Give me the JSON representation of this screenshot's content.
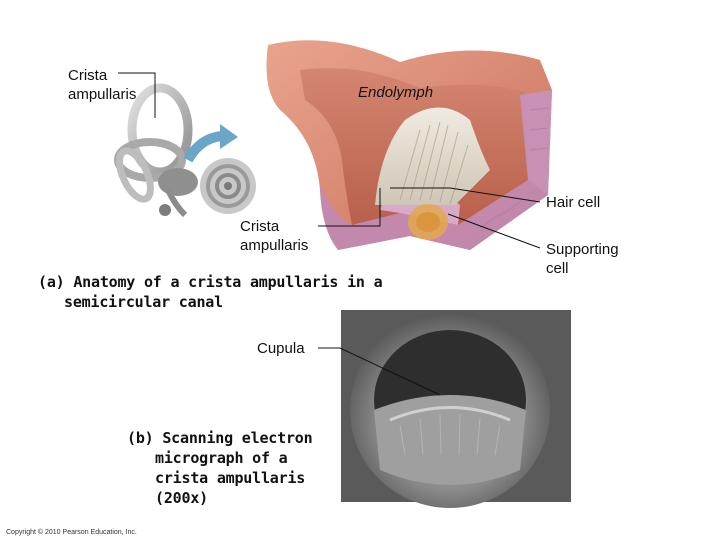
{
  "labels": {
    "crista_top_1": "Crista",
    "crista_top_2": "ampullaris",
    "endolymph": "Endolymph",
    "hair_cell": "Hair cell",
    "crista_mid_1": "Crista",
    "crista_mid_2": "ampullaris",
    "supporting_1": "Supporting",
    "supporting_2": "cell",
    "cupula": "Cupula"
  },
  "captions": {
    "a_line1": "(a) Anatomy of a crista ampullaris in a",
    "a_line2": "semicircular canal",
    "b_line1": "(b) Scanning electron",
    "b_line2": "micrograph of a",
    "b_line3": "crista ampullaris",
    "b_line4": "(200x)"
  },
  "copyright": "Copyright © 2010 Pearson Education, Inc.",
  "colors": {
    "ampulla_tissue": "#d98a74",
    "ampulla_interior": "#c97560",
    "epithelium": "#c18ab4",
    "cupula": "#ddd6c8",
    "leader_line": "#111111",
    "arrow": "#6aa6c8"
  }
}
